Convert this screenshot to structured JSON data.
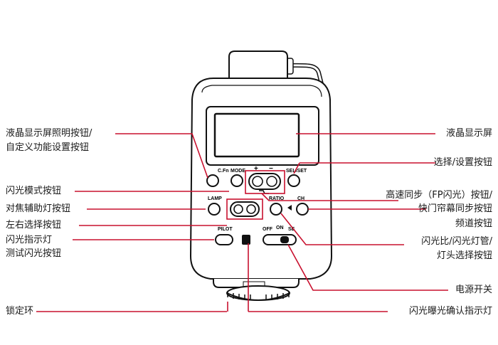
{
  "colors": {
    "leader": "#c8102e",
    "outline": "#111111",
    "body": "#ffffff"
  },
  "device": {
    "buttons": {
      "cfn": "C.Fn",
      "mode": "MODE",
      "plus": "+",
      "minus": "−",
      "selset": "SEL/SET",
      "lamp": "LAMP",
      "ratio": "RATIO",
      "ch": "CH",
      "pilot": "PILOT",
      "off": "OFF",
      "on": "ON",
      "se": "SE"
    }
  },
  "callouts": {
    "lcd_light_cfn": [
      "液晶显示屏照明按钮/",
      "自定义功能设置按钮"
    ],
    "flash_mode": "闪光模式按钮",
    "af_assist": "对焦辅助灯按钮",
    "left_right": "左右选择按钮",
    "pilot": [
      "闪光指示灯",
      "测试闪光按钮"
    ],
    "lock_ring": "锁定环",
    "lcd": "液晶显示屏",
    "select_set": "选择/设置按钮",
    "hss": [
      "高速同步（FP闪光）按钮/",
      "快门帘幕同步按钮"
    ],
    "channel": "频道按钮",
    "ratio": [
      "闪光比/闪光灯管/",
      "灯头选择按钮"
    ],
    "power": "电源开关",
    "confirm": "闪光曝光确认指示灯"
  }
}
